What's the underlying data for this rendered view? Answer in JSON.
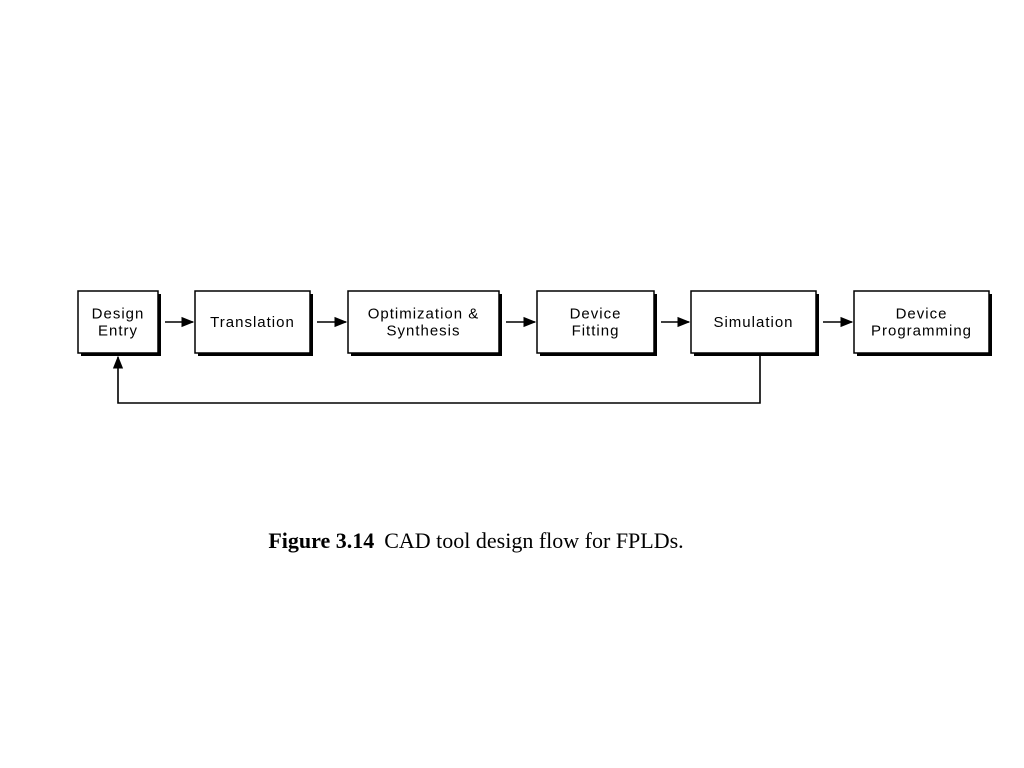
{
  "diagram": {
    "steps": [
      {
        "id": "design-entry",
        "lines": [
          "Design",
          "Entry"
        ]
      },
      {
        "id": "translation",
        "lines": [
          "Translation"
        ]
      },
      {
        "id": "optimization-synthesis",
        "lines": [
          "Optimization &",
          "Synthesis"
        ]
      },
      {
        "id": "device-fitting",
        "lines": [
          "Device",
          "Fitting"
        ]
      },
      {
        "id": "simulation",
        "lines": [
          "Simulation"
        ]
      },
      {
        "id": "device-programming",
        "lines": [
          "Device",
          "Programming"
        ]
      }
    ],
    "edges": [
      {
        "from": "design-entry",
        "to": "translation"
      },
      {
        "from": "translation",
        "to": "optimization-synthesis"
      },
      {
        "from": "optimization-synthesis",
        "to": "device-fitting"
      },
      {
        "from": "device-fitting",
        "to": "simulation"
      },
      {
        "from": "simulation",
        "to": "device-programming"
      },
      {
        "from": "simulation",
        "to": "design-entry",
        "type": "feedback"
      }
    ]
  },
  "caption": {
    "figure_number": "Figure 3.14",
    "text": "CAD tool design flow for FPLDs."
  }
}
